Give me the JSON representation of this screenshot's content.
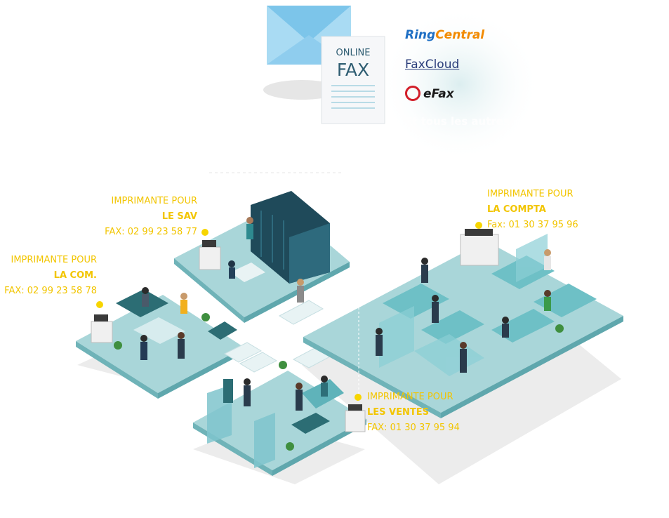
{
  "fax_card": {
    "line1": "ONLINE",
    "line2": "FAX"
  },
  "providers": {
    "ringcentral": {
      "ring": "Ring",
      "central": "Central"
    },
    "faxcloud": "FaxCloud",
    "efax": "eFax",
    "others": "Et tous les autres fournisseurs"
  },
  "printers": {
    "sav": {
      "line1": "IMPRIMANTE POUR",
      "line2": "LE SAV",
      "line3": "FAX: 02 99 23 58 77"
    },
    "com": {
      "line1": "IMPRIMANTE POUR",
      "line2": "LA COM.",
      "line3": "FAX: 02 99 23 58 78"
    },
    "compta": {
      "line1": "IMPRIMANTE POUR",
      "line2": "LA COMPTA",
      "line3": "Fax: 01 30 37 95 96"
    },
    "ventes": {
      "line1": "IMPRIMANTE POUR",
      "line2": "LES VENTES",
      "line3": "FAX: 01 30 37 95 94"
    }
  },
  "colors": {
    "accent": "#f2c500",
    "floor": "#a9d6d9",
    "floor_side": "#5fa7ad",
    "server": "#1f4a5a"
  }
}
